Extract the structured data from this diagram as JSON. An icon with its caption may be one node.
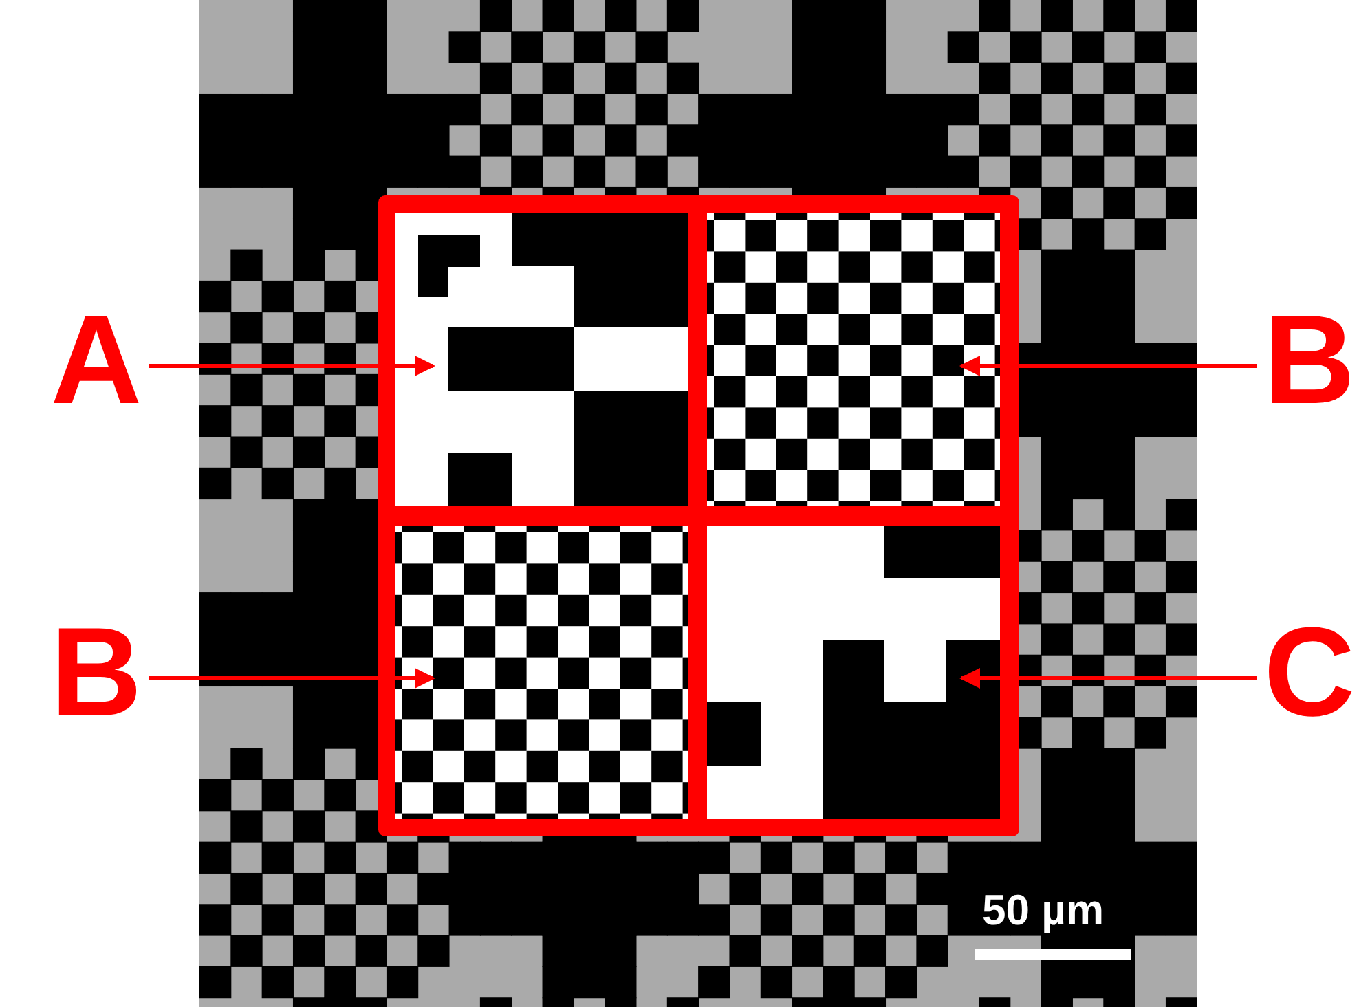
{
  "diagram": {
    "nodes": [
      {
        "text": [
          "A"
        ]
      },
      {
        "text": [
          "B"
        ]
      },
      {
        "text": [
          "B"
        ]
      },
      {
        "text": [
          "C"
        ]
      },
      {
        "text": [],
        "shape": "box"
      },
      {
        "text": [],
        "shape": "box"
      },
      {
        "text": [],
        "shape": "box"
      },
      {
        "text": [],
        "shape": "box"
      }
    ],
    "edges": [
      {
        "from": 0,
        "to": 4,
        "arrow": "to"
      },
      {
        "from": 1,
        "to": 5,
        "arrow": "to"
      },
      {
        "from": 2,
        "to": 6,
        "arrow": "to"
      },
      {
        "from": 3,
        "to": 7,
        "arrow": "to"
      }
    ],
    "labels": [
      "50 µm"
    ]
  }
}
